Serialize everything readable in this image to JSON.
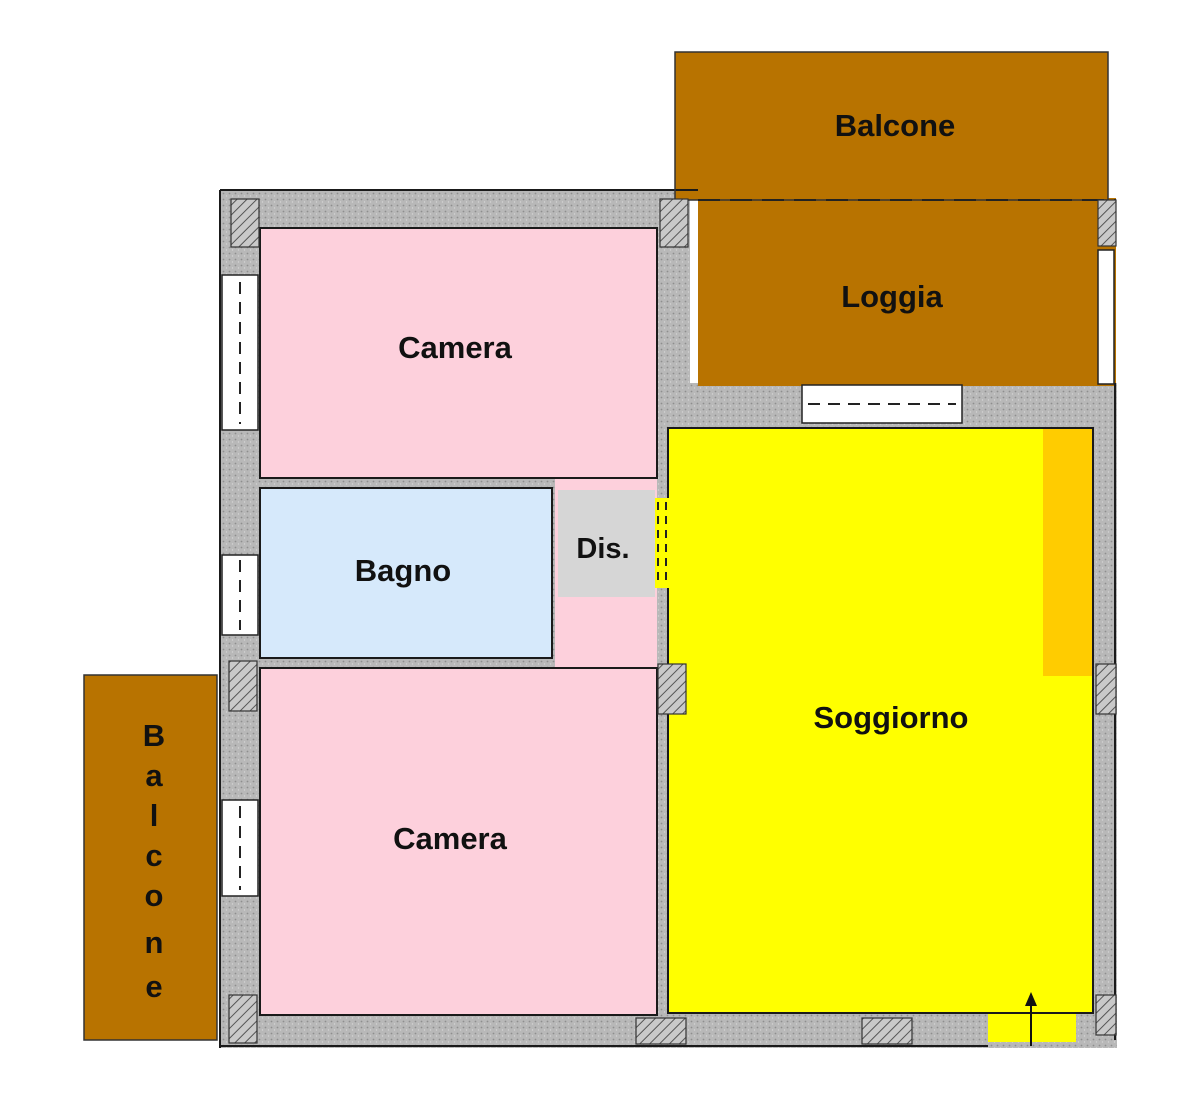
{
  "rooms": {
    "balcone_top": "Balcone",
    "loggia": "Loggia",
    "camera_top": "Camera",
    "bagno": "Bagno",
    "dis": "Dis.",
    "soggiorno": "Soggiorno",
    "camera_bottom": "Camera",
    "balcone_left": [
      "B",
      "a",
      "l",
      "c",
      "o",
      "n",
      "e"
    ]
  },
  "colors": {
    "wall": "#b5b5b5",
    "outline": "#1a1a1a",
    "camera": "#fdd0dc",
    "bagno": "#d6e9fb",
    "dis": "#d6d6d6",
    "soggiorno": "#ffff00",
    "soggiorno_accent": "#ffcc00",
    "balcone": "#b87300",
    "pillar": "#777777"
  },
  "icons": {
    "entrance": "entrance-arrow-icon"
  }
}
